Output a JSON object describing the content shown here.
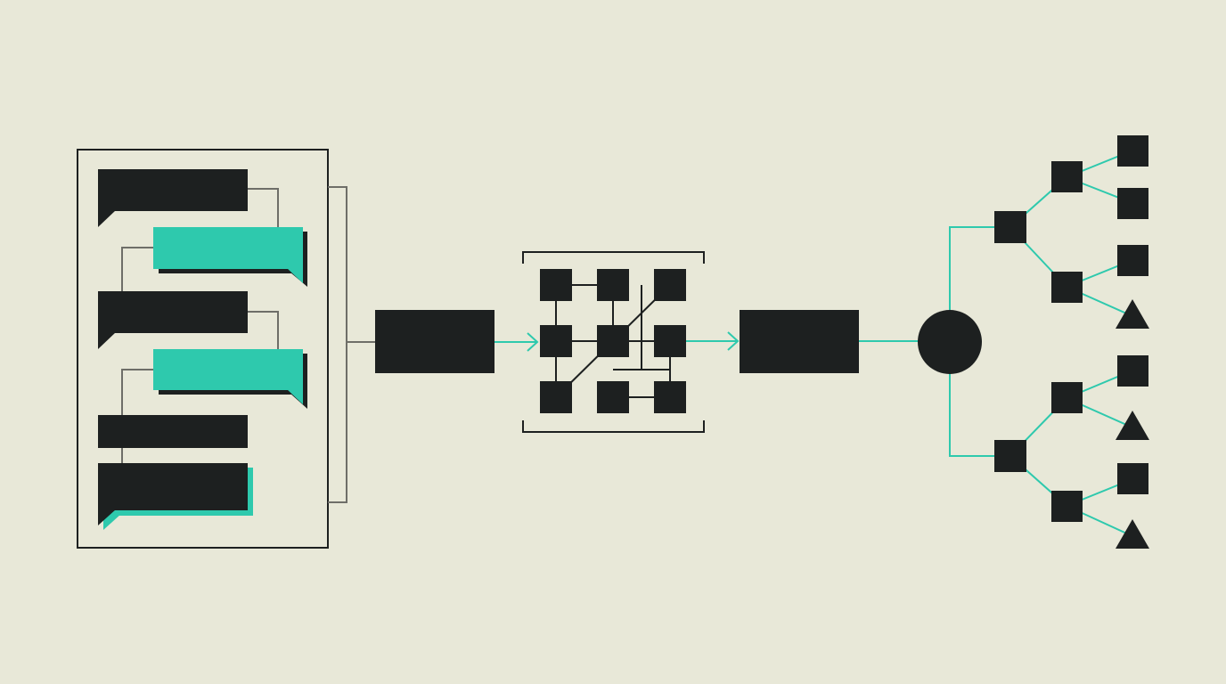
{
  "colors": {
    "background": "#e8e8d8",
    "ink": "#1d2020",
    "accent": "#2ec9ad",
    "connector": "#6e6e68"
  },
  "diagram": {
    "conversation_panel": {
      "bubbles": [
        {
          "role": "left",
          "color": "ink"
        },
        {
          "role": "right",
          "color": "accent"
        },
        {
          "role": "left",
          "color": "ink"
        },
        {
          "role": "right",
          "color": "accent"
        },
        {
          "role": "left",
          "color": "ink"
        },
        {
          "role": "left",
          "color": "ink"
        }
      ]
    },
    "pipeline": [
      "conversation-panel",
      "input-block",
      "node-grid",
      "output-block",
      "hub-circle",
      "branch-tree"
    ],
    "node_grid": {
      "rows": 3,
      "cols": 3
    },
    "branch_tree": {
      "leaves": [
        "square",
        "square",
        "square",
        "triangle",
        "square",
        "triangle",
        "square",
        "triangle"
      ]
    }
  }
}
